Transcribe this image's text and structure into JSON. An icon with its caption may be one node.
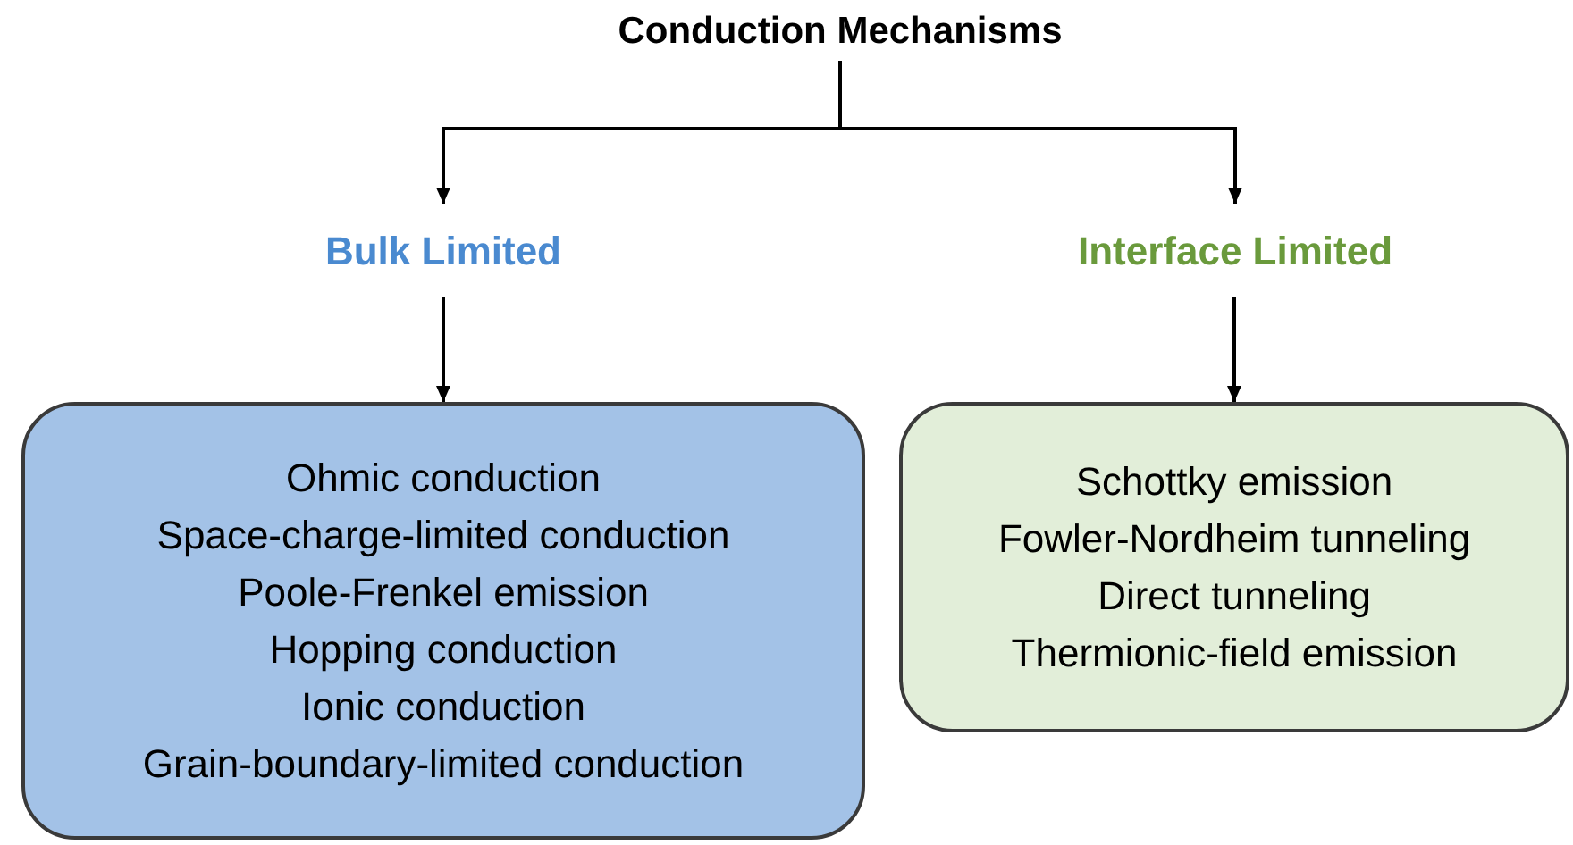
{
  "diagram": {
    "nodes": [
      {
        "text": [
          "Conduction Mechanisms"
        ]
      },
      {
        "text": [
          "Bulk Limited"
        ]
      },
      {
        "text": [
          "Interface Limited"
        ]
      },
      {
        "text": [
          "Ohmic conduction",
          "Space-charge-limited conduction",
          "Poole-Frenkel emission",
          "Hopping conduction",
          "Ionic conduction",
          "Grain-boundary-limited conduction"
        ]
      },
      {
        "text": [
          "Schottky emission",
          "Fowler-Nordheim tunneling",
          "Direct tunneling",
          "Thermionic-field emission"
        ]
      }
    ],
    "edges": [
      {
        "from": 0,
        "to": 1,
        "arrow": "to"
      },
      {
        "from": 0,
        "to": 2,
        "arrow": "to"
      },
      {
        "from": 1,
        "to": 3,
        "arrow": "to"
      },
      {
        "from": 2,
        "to": 4,
        "arrow": "to"
      }
    ]
  }
}
